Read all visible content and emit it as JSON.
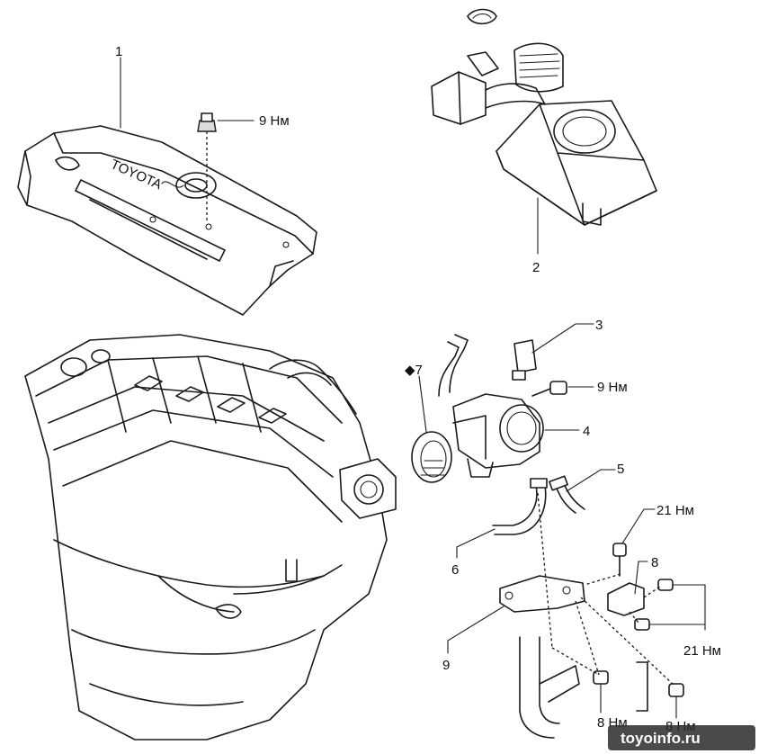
{
  "callouts": {
    "n1": "1",
    "n2": "2",
    "n3": "3",
    "n4": "4",
    "n5": "5",
    "n6": "6",
    "n7": "◆7",
    "n8": "8",
    "n9": "9"
  },
  "torques": {
    "t_cover": "9 Нм",
    "t_throttle": "9 Нм",
    "t_bracket_top": "21 Нм",
    "t_bracket_right": "21 Нм",
    "t_bottom_left": "8 Нм",
    "t_bottom_right": "8 Нм"
  },
  "cover_logo": "TOYOTA",
  "watermark": "toyoinfo.ru"
}
